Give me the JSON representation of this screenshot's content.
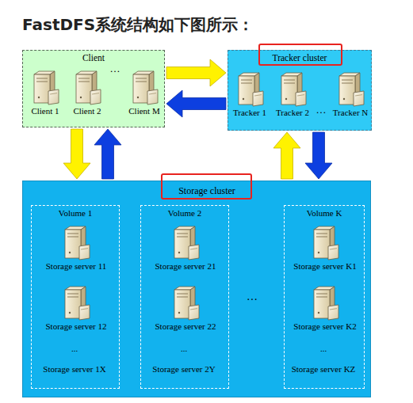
{
  "diagram": {
    "title": "FastDFS系统结构如下图所示：",
    "nodes": [
      {
        "text": [
          "Client"
        ]
      },
      {
        "text": [
          "Client 1"
        ],
        "in": 0
      },
      {
        "text": [
          "Client 2"
        ],
        "in": 0
      },
      {
        "text": [
          "Client M"
        ],
        "in": 0
      },
      {
        "text": [
          "Tracker cluster"
        ]
      },
      {
        "text": [
          "Tracker 1"
        ],
        "in": 4
      },
      {
        "text": [
          "Tracker 2"
        ],
        "in": 4
      },
      {
        "text": [
          "Tracker N"
        ],
        "in": 4
      },
      {
        "text": [
          "Storage cluster"
        ]
      },
      {
        "text": [
          "Volume 1"
        ],
        "in": 8
      },
      {
        "text": [
          "Storage server 11"
        ],
        "in": 9
      },
      {
        "text": [
          "Storage server 12"
        ],
        "in": 9
      },
      {
        "text": [
          "Volume 2"
        ],
        "in": 8
      },
      {
        "text": [
          "Storage server 21"
        ],
        "in": 12
      },
      {
        "text": [
          "Storage server 22"
        ],
        "in": 12
      },
      {
        "text": [
          "Volume K"
        ],
        "in": 8
      },
      {
        "text": [
          "Storage server K1"
        ],
        "in": 15
      },
      {
        "text": [
          "Storage server K2"
        ],
        "in": 15
      }
    ],
    "edges": [
      {
        "from": 0,
        "to": 4,
        "arrow": "to"
      },
      {
        "from": 4,
        "to": 0,
        "arrow": "to"
      },
      {
        "from": 0,
        "to": 8,
        "arrow": "to"
      },
      {
        "from": 8,
        "to": 0,
        "arrow": "to"
      },
      {
        "from": 8,
        "to": 4,
        "arrow": "to"
      },
      {
        "from": 4,
        "to": 8,
        "arrow": "to"
      }
    ],
    "labels": [
      "…",
      "…",
      "...",
      "Storage server 1X",
      "...",
      "Storage server 2Y",
      "…",
      "...",
      "Storage server KZ"
    ]
  }
}
